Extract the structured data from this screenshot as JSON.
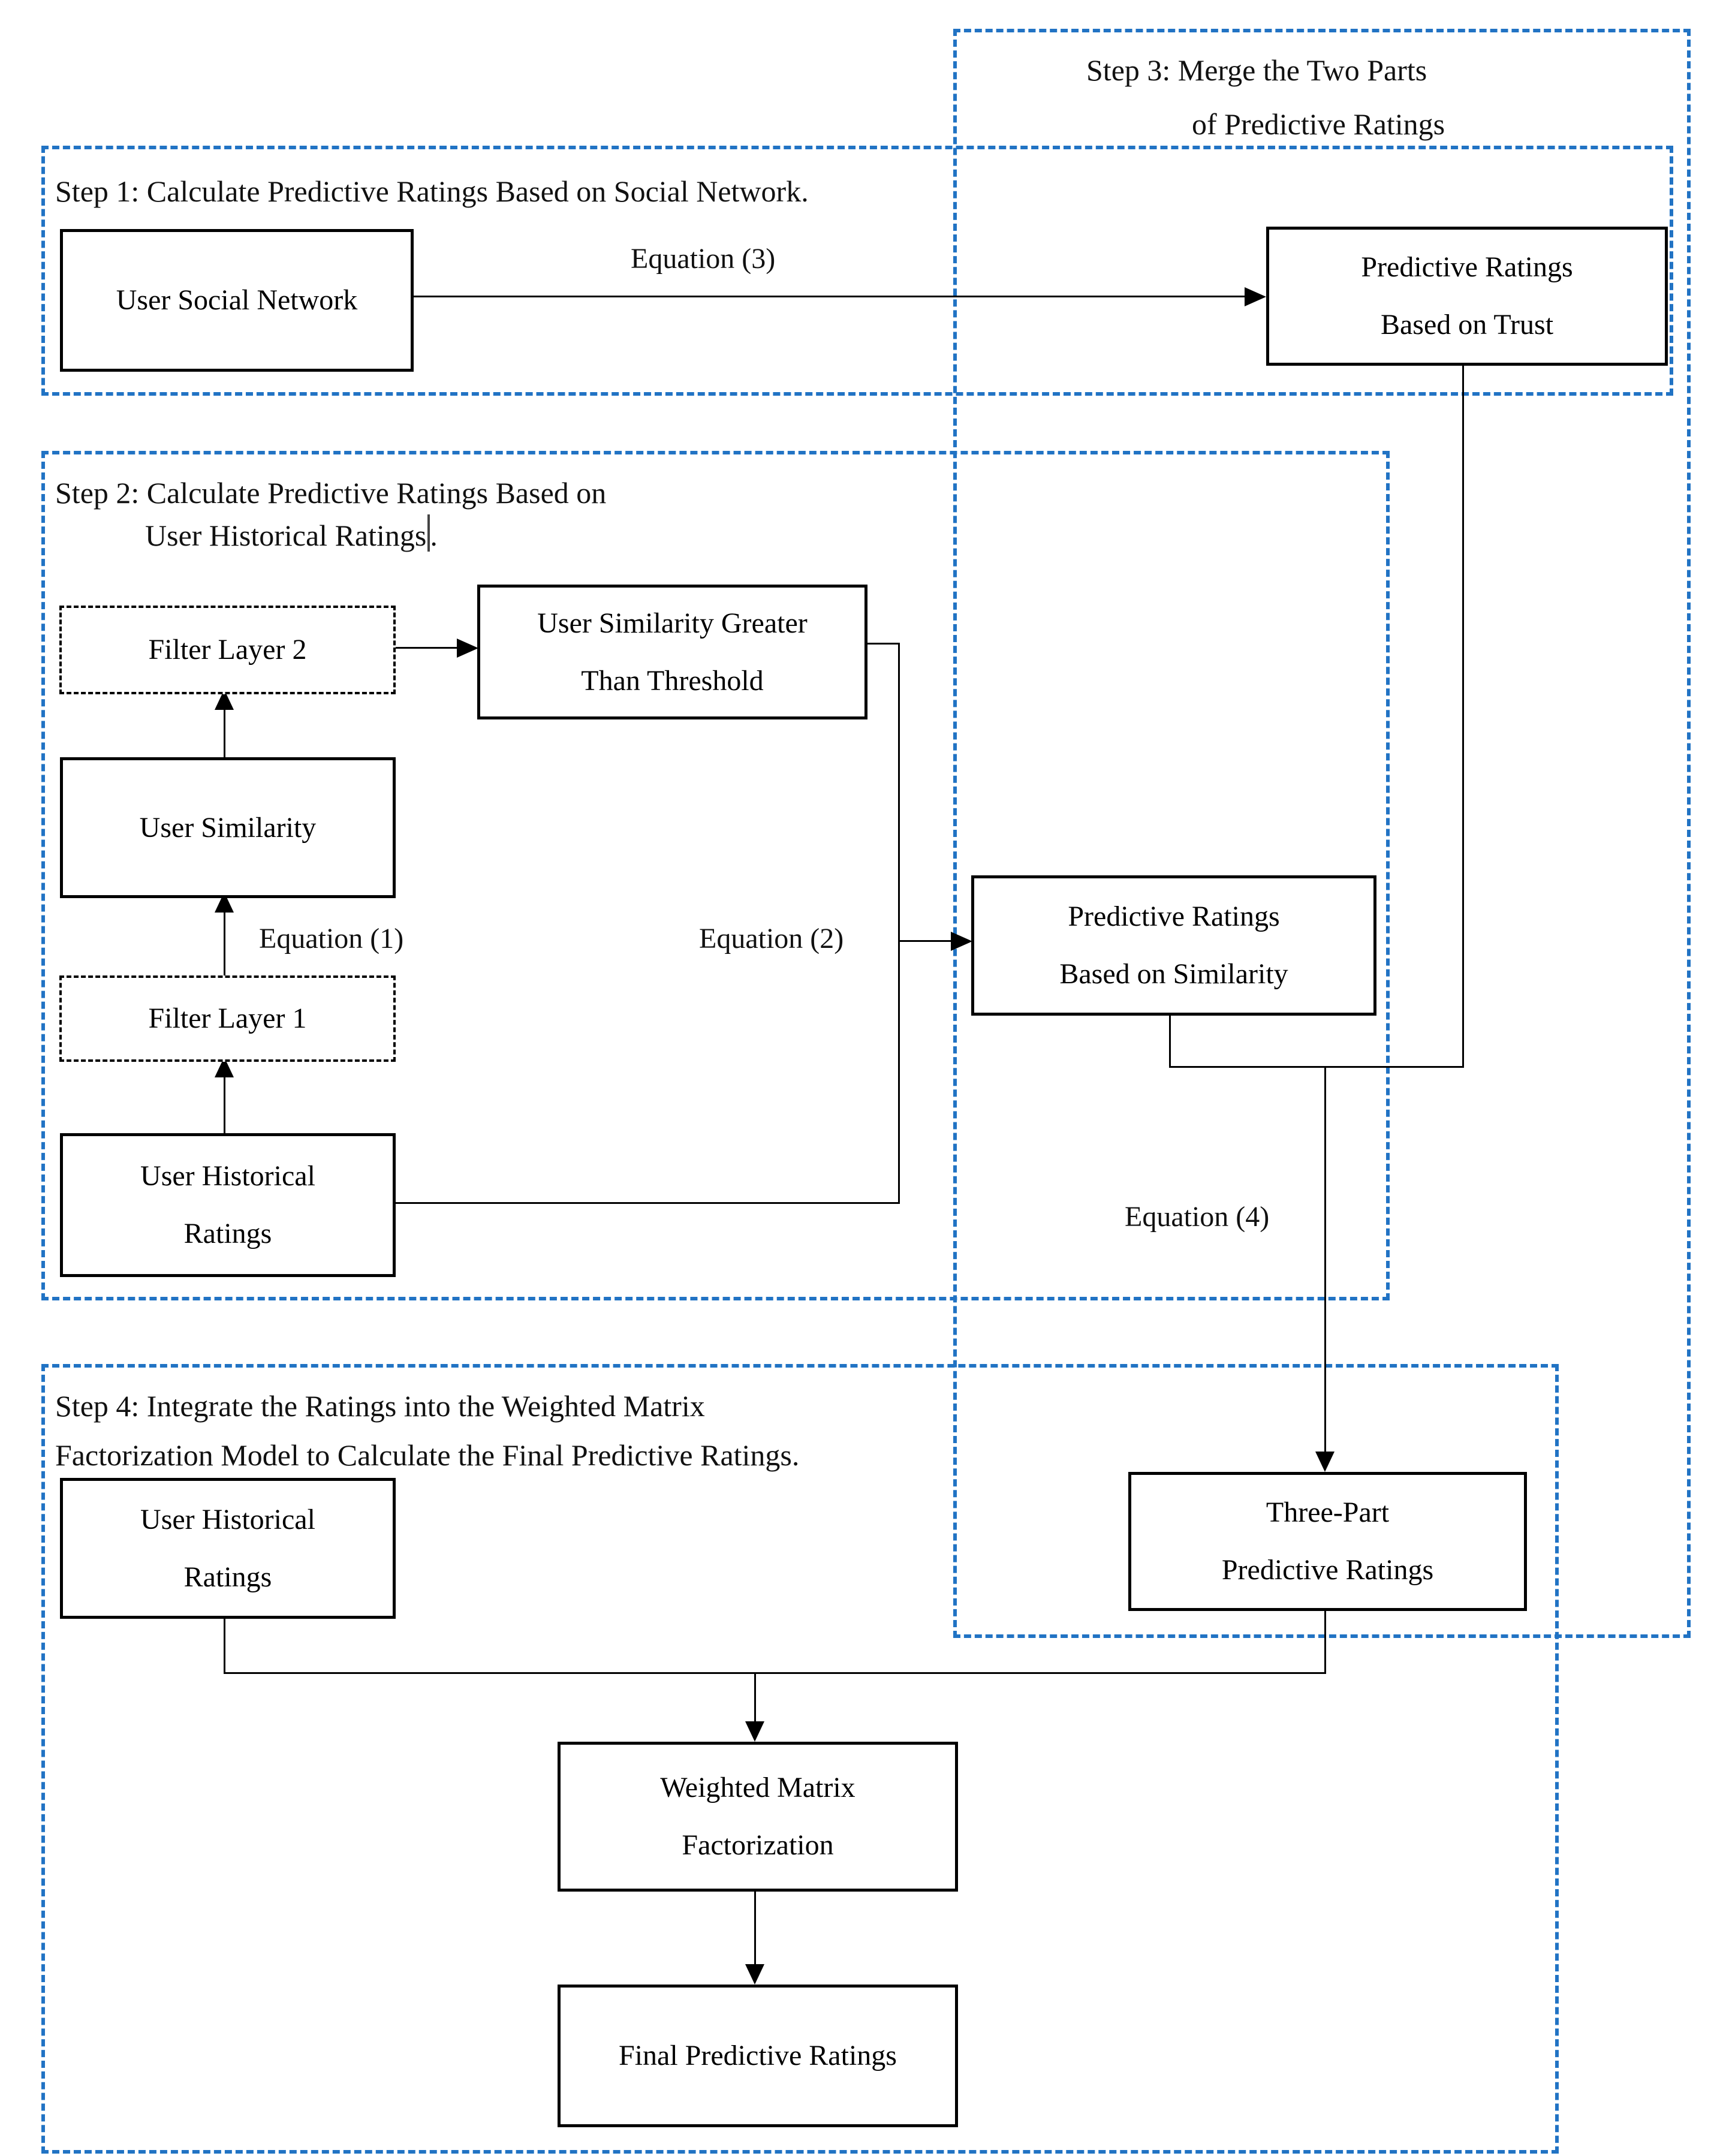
{
  "colors": {
    "frame_dash_blue": "#2173c4",
    "box_border_black": "#000000",
    "background": "#ffffff"
  },
  "steps": {
    "step1": {
      "label": "Step 1: Calculate Predictive Ratings Based on Social Network."
    },
    "step2": {
      "line1": "Step 2: Calculate Predictive Ratings Based on",
      "line2_pre": "User Historical Ratings",
      "line2_post": "."
    },
    "step3": {
      "line1": "Step 3: Merge the Two Parts",
      "line2": "of Predictive Ratings"
    },
    "step4": {
      "line1": "Step 4: Integrate the Ratings into the Weighted Matrix",
      "line2": "Factorization Model to Calculate the Final Predictive Ratings."
    }
  },
  "nodes": {
    "user_social_network": {
      "lines": [
        "User Social Network"
      ]
    },
    "predictive_trust": {
      "lines": [
        "Predictive Ratings",
        "Based on Trust"
      ]
    },
    "filter_layer_2": {
      "lines": [
        "Filter Layer 2"
      ]
    },
    "similarity_threshold": {
      "lines": [
        "User Similarity Greater",
        "Than Threshold"
      ]
    },
    "user_similarity": {
      "lines": [
        "User Similarity"
      ]
    },
    "filter_layer_1": {
      "lines": [
        "Filter Layer 1"
      ]
    },
    "user_historical_step2": {
      "lines": [
        "User Historical",
        "Ratings"
      ]
    },
    "predictive_similarity": {
      "lines": [
        "Predictive Ratings",
        "Based on Similarity"
      ]
    },
    "three_part": {
      "lines": [
        "Three-Part",
        "Predictive Ratings"
      ]
    },
    "user_historical_step4": {
      "lines": [
        "User Historical",
        "Ratings"
      ]
    },
    "weighted_mf": {
      "lines": [
        "Weighted Matrix",
        "Factorization"
      ]
    },
    "final_ratings": {
      "lines": [
        "Final Predictive Ratings"
      ]
    }
  },
  "edge_labels": {
    "eq1": "Equation (1)",
    "eq2": "Equation (2)",
    "eq3": "Equation (3)",
    "eq4": "Equation (4)"
  }
}
